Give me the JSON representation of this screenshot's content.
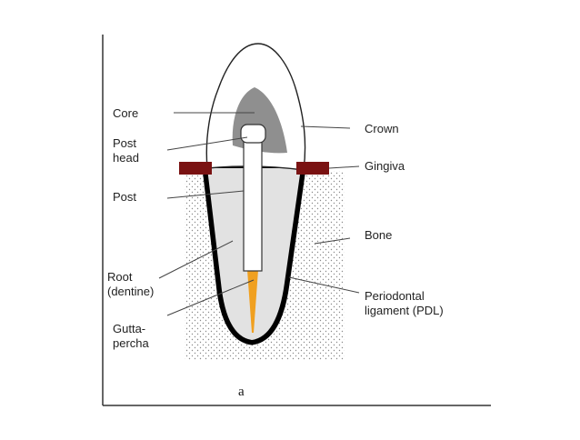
{
  "colors": {
    "crown": "#ffffff",
    "core": "#8f8f8f",
    "root": "#e2e2e2",
    "post": "#ffffff",
    "gingiva": "#7a1212",
    "pdl": "#000000",
    "gutta_percha": "#f0a020",
    "frame": "#333333",
    "leader": "#444444"
  },
  "labels": {
    "core": "Core",
    "post_head": "Post\nhead",
    "post": "Post",
    "root": "Root\n(dentine)",
    "gutta_percha": "Gutta-\npercha",
    "crown": "Crown",
    "gingiva": "Gingiva",
    "bone": "Bone",
    "pdl": "Periodontal\nligament (PDL)"
  },
  "caption": "a"
}
